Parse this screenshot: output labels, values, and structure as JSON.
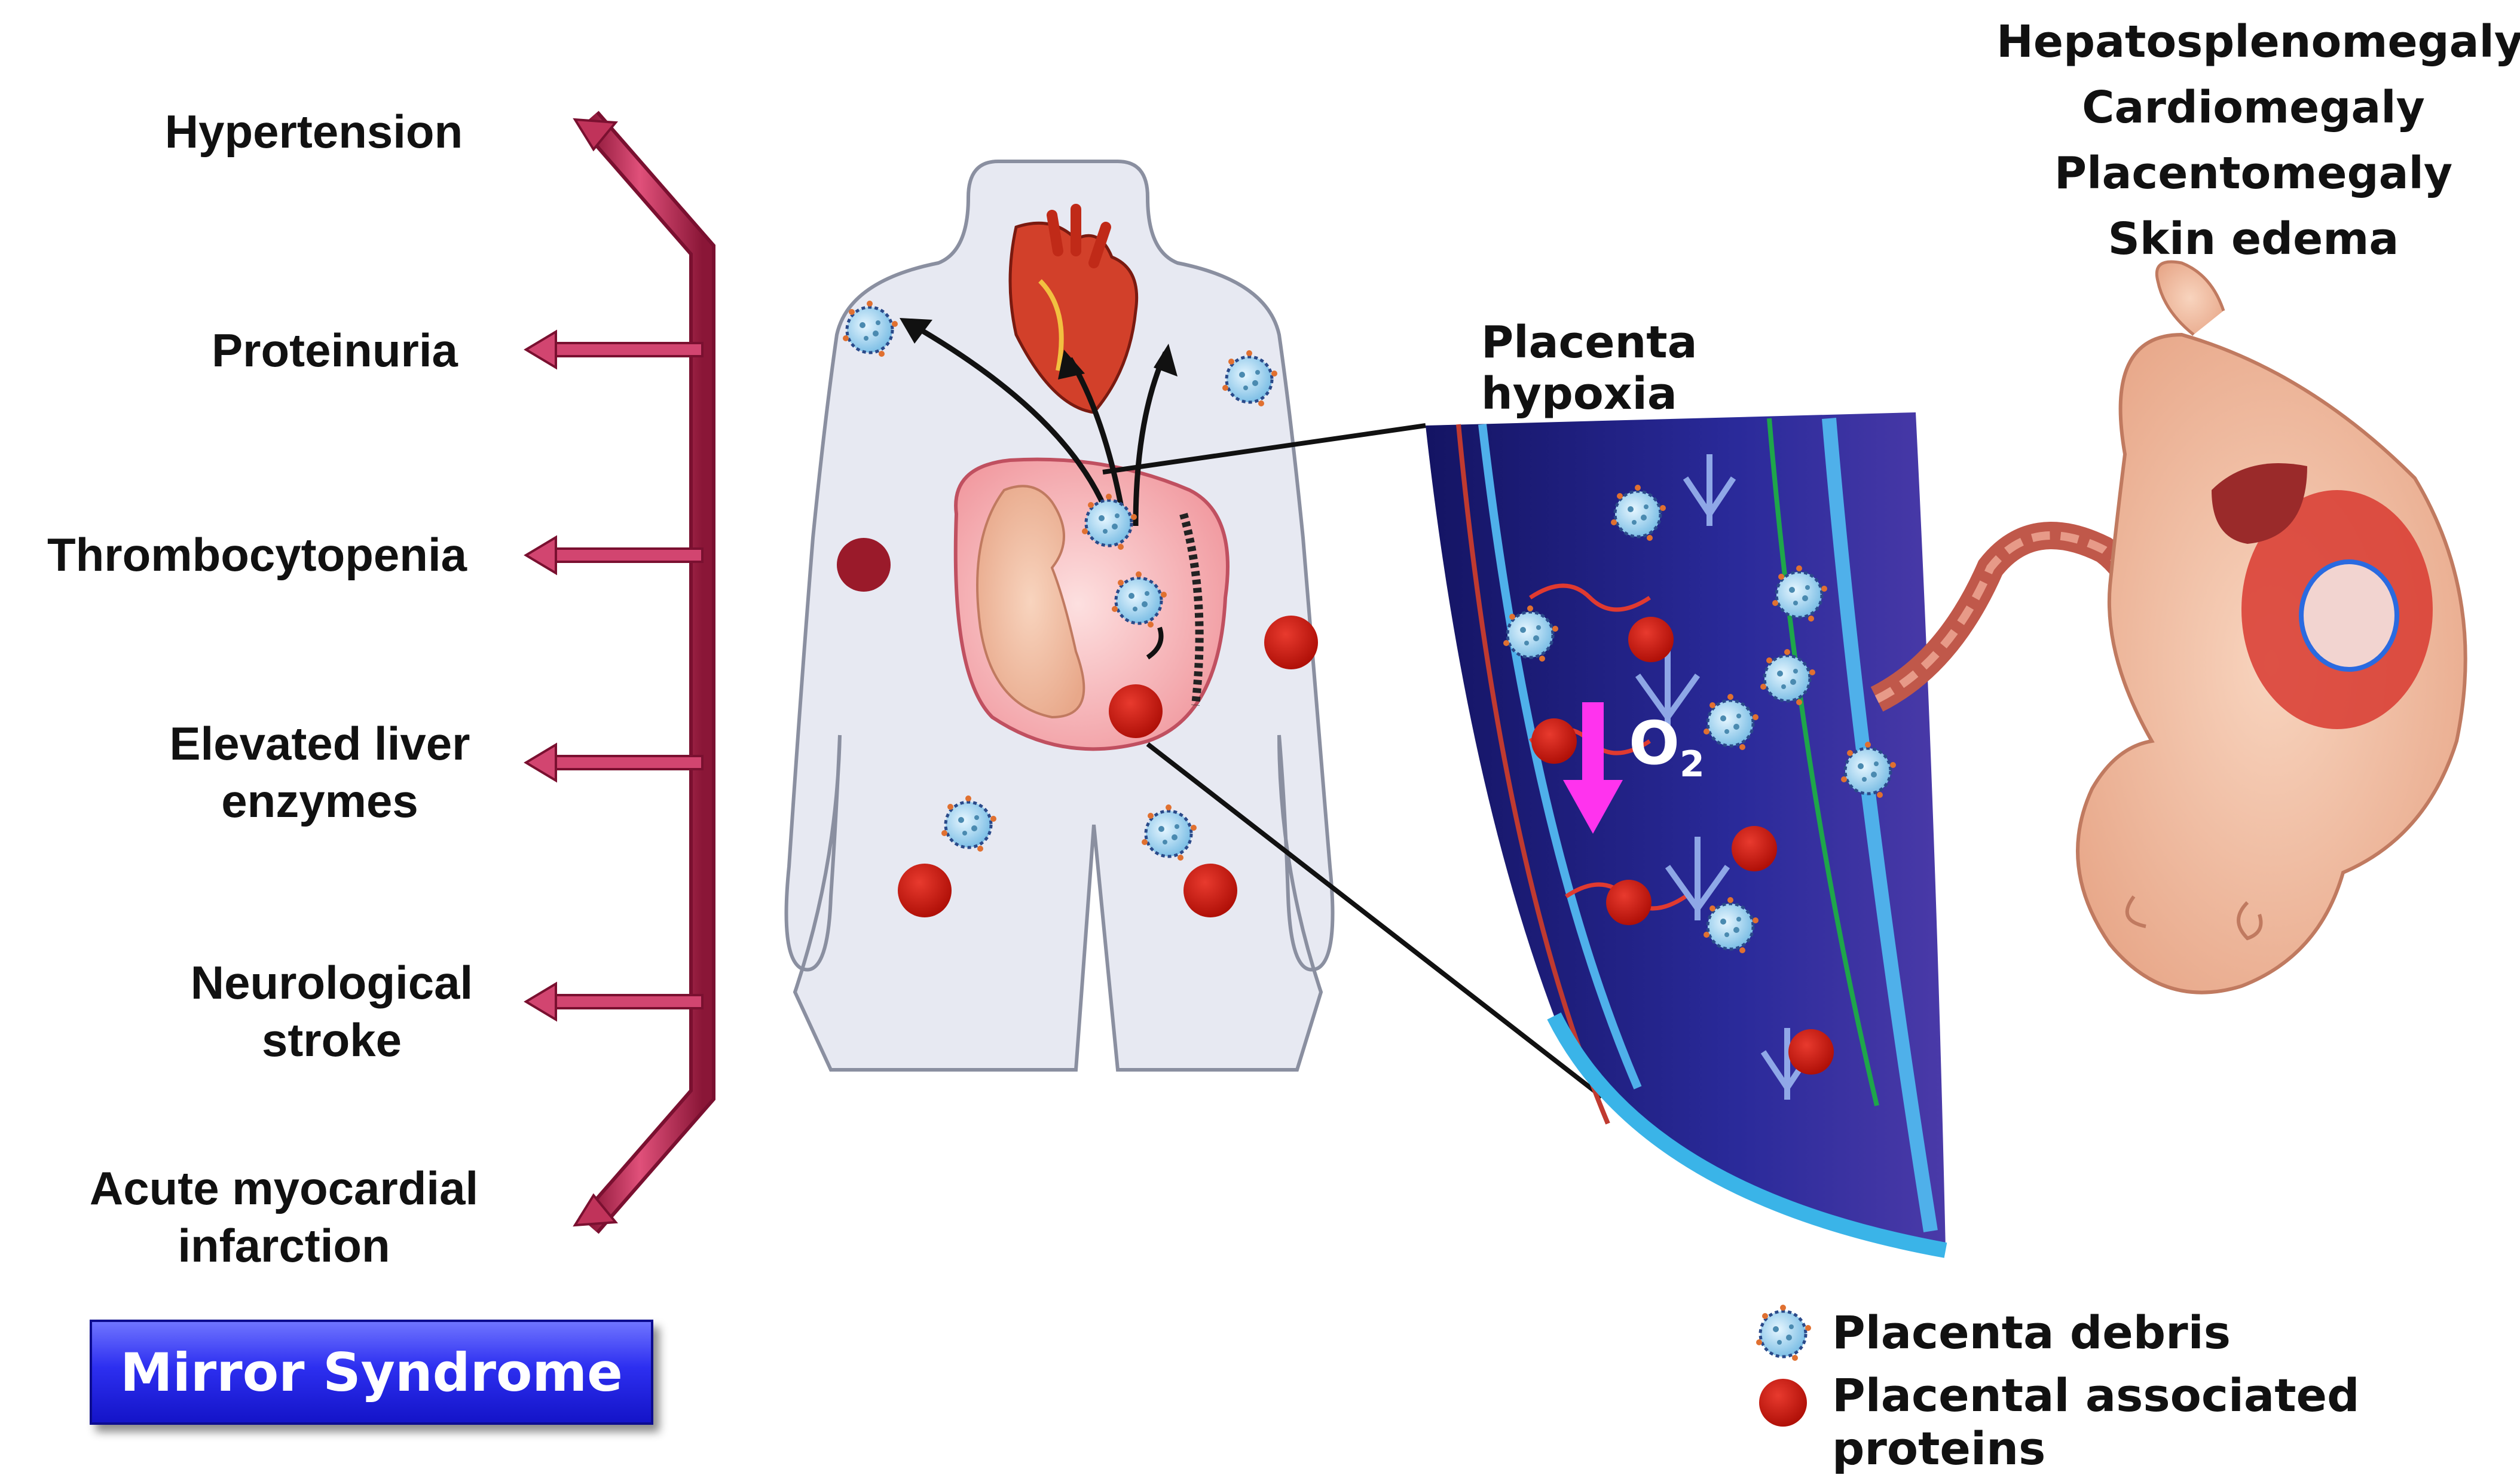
{
  "maternal_symptoms": [
    {
      "label": "Hypertension"
    },
    {
      "label": "Proteinuria"
    },
    {
      "label": "Thrombocytopenia"
    },
    {
      "label": "Elevated liver",
      "label2": "enzymes"
    },
    {
      "label": "Neurological",
      "label2": "stroke"
    },
    {
      "label": "Acute myocardial",
      "label2": "infarction"
    }
  ],
  "fetal_findings": [
    "Hepatosplenomegaly",
    "Cardiomegaly",
    "Placentomegaly",
    "Skin edema"
  ],
  "placenta": {
    "title": "Placenta hypoxia",
    "oxygen_symbol": "O",
    "oxygen_subscript": "2"
  },
  "legend": {
    "debris": "Placenta debris",
    "proteins": "Placental associated proteins"
  },
  "badge": {
    "label": "Mirror Syndrome"
  },
  "colors": {
    "arrow": "#c0335a",
    "protein": "#c8180f",
    "badge": "#2a2cf0",
    "o2_arrow": "#ff33ee"
  }
}
